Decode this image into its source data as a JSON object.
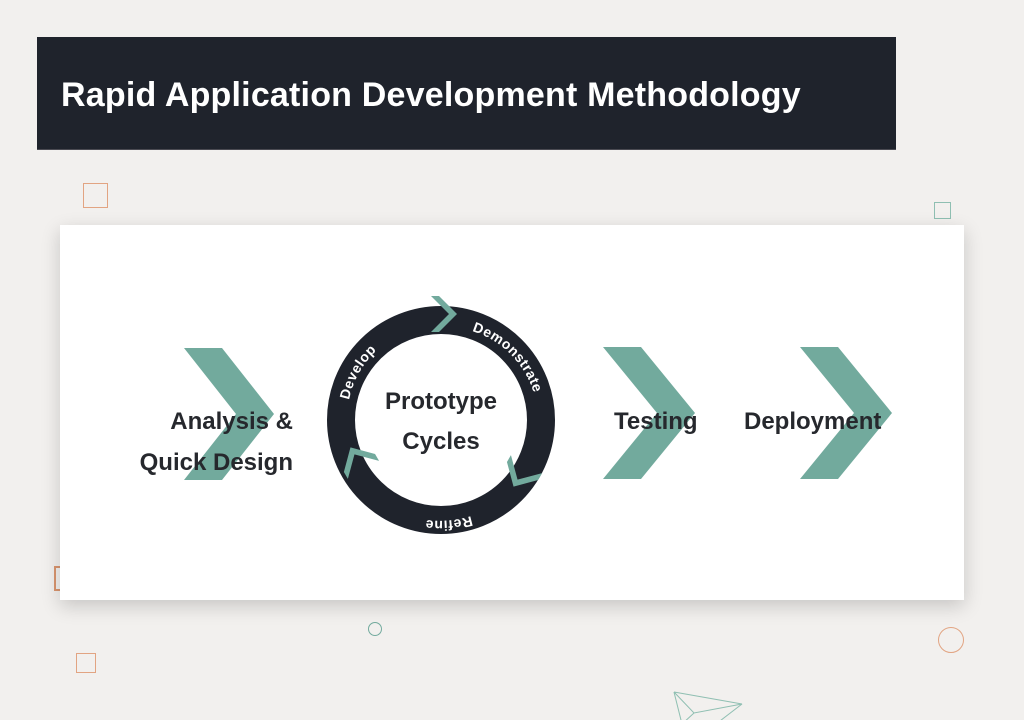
{
  "header": {
    "title": "Rapid Application Development Methodology"
  },
  "colors": {
    "background": "#f2f0ee",
    "title_bar": "#1f232c",
    "title_text": "#ffffff",
    "card": "#ffffff",
    "accent_teal": "#72aa9d",
    "ring": "#1f232c",
    "text_dark": "#26282d",
    "deco_orange": "#e2a482",
    "deco_teal": "#8fbfb2"
  },
  "diagram": {
    "stages": [
      {
        "id": "analysis",
        "lines": [
          "Analysis &",
          "Quick Design"
        ]
      },
      {
        "id": "prototype",
        "lines": [
          "Prototype",
          "Cycles"
        ]
      },
      {
        "id": "testing",
        "lines": [
          "Testing"
        ]
      },
      {
        "id": "deployment",
        "lines": [
          "Deployment"
        ]
      }
    ],
    "cycle": {
      "center_label_line1": "Prototype",
      "center_label_line2": "Cycles",
      "steps": [
        {
          "label": "Develop"
        },
        {
          "label": "Demonstrate"
        },
        {
          "label": "Refine"
        }
      ]
    }
  },
  "decorations": [
    {
      "shape": "square",
      "color": "orange",
      "icon": "square-outline-icon"
    },
    {
      "shape": "square",
      "color": "teal",
      "icon": "square-outline-icon"
    },
    {
      "shape": "square",
      "color": "orange",
      "icon": "square-outline-icon"
    },
    {
      "shape": "square",
      "color": "orange",
      "icon": "square-outline-icon"
    },
    {
      "shape": "circle",
      "color": "teal",
      "icon": "circle-outline-icon"
    },
    {
      "shape": "circle",
      "color": "orange",
      "icon": "circle-outline-icon"
    },
    {
      "shape": "paper-plane",
      "color": "teal",
      "icon": "paper-plane-icon"
    }
  ]
}
